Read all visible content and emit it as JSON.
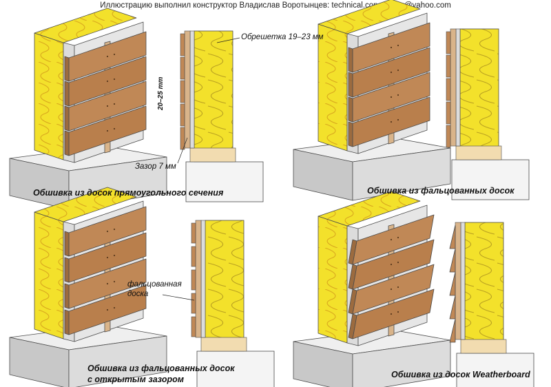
{
  "header": {
    "credit": "Иллюстрацию выполнил конструктор Владислав Воротынцев: technical.constructor@yahoo.com"
  },
  "panels": [
    {
      "caption_line1": "Обшивка из досок прямоугольного сечения",
      "caption_line2": ""
    },
    {
      "caption_line1": "Обшивка из фальцованных досок",
      "caption_line2": ""
    },
    {
      "caption_line1": "Обшивка из фальцованных досок",
      "caption_line2": "с открытым зазором"
    },
    {
      "caption_line1": "Обшивка из досок Weatherboard",
      "caption_line2": ""
    }
  ],
  "callouts": {
    "batten": "Обрешетка  19–23 мм",
    "overlap": "20–25 mm",
    "gap": "Зазор 7 мм",
    "rebated_board_line1": "фальцованная",
    "rebated_board_line2": "доска"
  },
  "colors": {
    "insulation": "#f3e12b",
    "insulation_side": "#e0c21a",
    "wood": "#c08856",
    "wood_dark": "#9c6b3f",
    "batten": "#d9b48a",
    "foundation_top": "#efefef",
    "foundation_side": "#c8c8c8",
    "membrane": "#dcdcdc",
    "outline": "#4a4a4a"
  }
}
